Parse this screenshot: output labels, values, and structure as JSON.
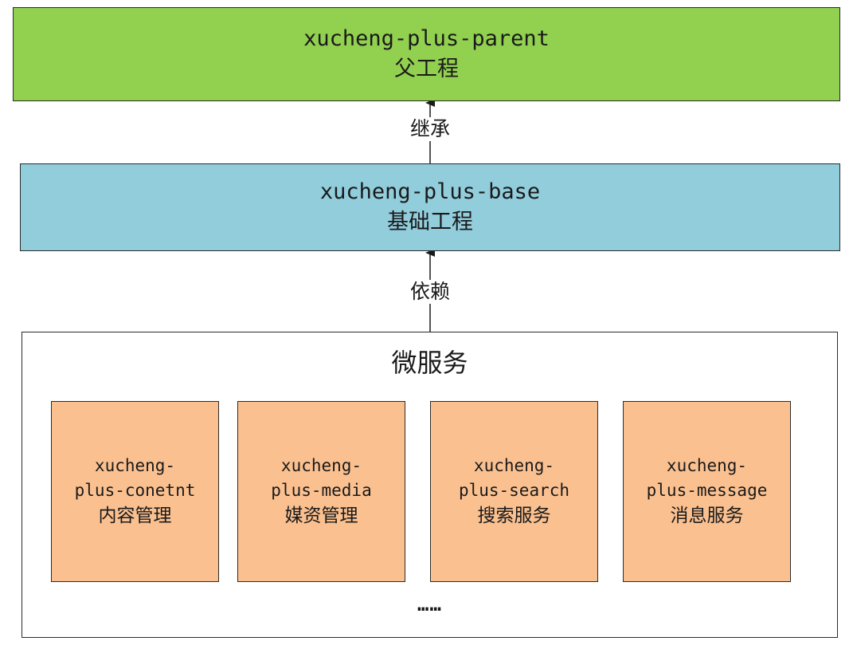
{
  "parent": {
    "name": "xucheng-plus-parent",
    "label": "父工程"
  },
  "edge_inherit": {
    "label": "继承"
  },
  "base": {
    "name": "xucheng-plus-base",
    "label": "基础工程"
  },
  "edge_depend": {
    "label": "依赖"
  },
  "microservices": {
    "title": "微服务",
    "services": [
      {
        "line1": "xucheng-",
        "line2": "plus-conetnt",
        "label": "内容管理"
      },
      {
        "line1": "xucheng-",
        "line2": "plus-media",
        "label": "媒资管理"
      },
      {
        "line1": "xucheng-",
        "line2": "plus-search",
        "label": "搜索服务"
      },
      {
        "line1": "xucheng-",
        "line2": "plus-message",
        "label": "消息服务"
      }
    ],
    "more": "……"
  },
  "colors": {
    "parent_fill": "#92d050",
    "base_fill": "#92cddc",
    "service_fill": "#fac090",
    "stroke": "#2b2b2b"
  }
}
